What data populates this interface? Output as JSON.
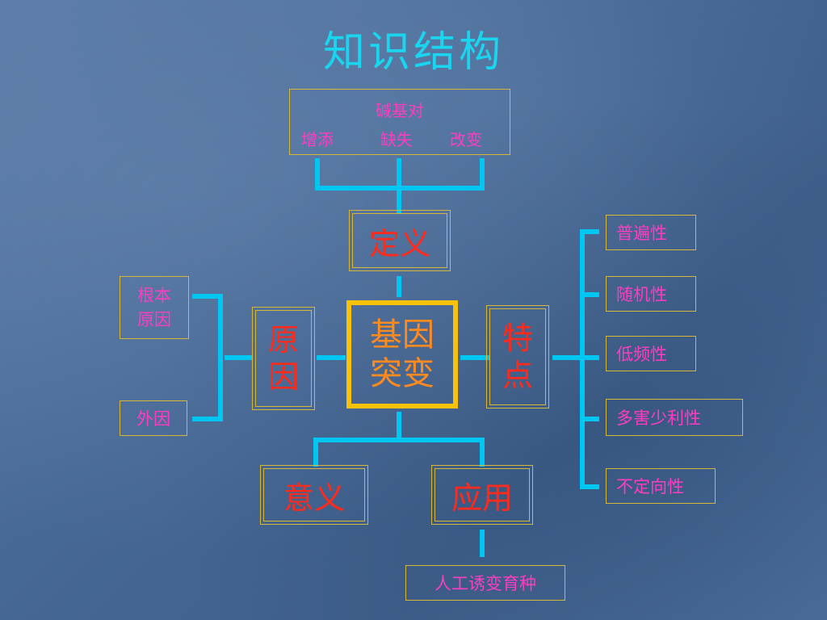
{
  "title": "知识结构",
  "definition": {
    "top_line": "碱基对",
    "items": [
      "增添",
      "缺失",
      "改变"
    ],
    "label": "定义"
  },
  "center": {
    "line1": "基因",
    "line2": "突变"
  },
  "cause": {
    "label_line1": "原",
    "label_line2": "因",
    "root_line1": "根本",
    "root_line2": "原因",
    "external": "外因"
  },
  "features": {
    "label_line1": "特",
    "label_line2": "点",
    "items": [
      "普遍性",
      "随机性",
      "低频性",
      "多害少利性",
      "不定向性"
    ]
  },
  "significance": {
    "label": "意义"
  },
  "application": {
    "label": "应用",
    "example": "人工诱变育种"
  },
  "colors": {
    "title": "#19d5f0",
    "connector": "#00c6f2",
    "border": "#d7b63a",
    "pink_text": "#ff3cc2",
    "red_text": "#ff2a1a",
    "center_text": "#ff8a1e",
    "center_border": "#f6c20a"
  }
}
